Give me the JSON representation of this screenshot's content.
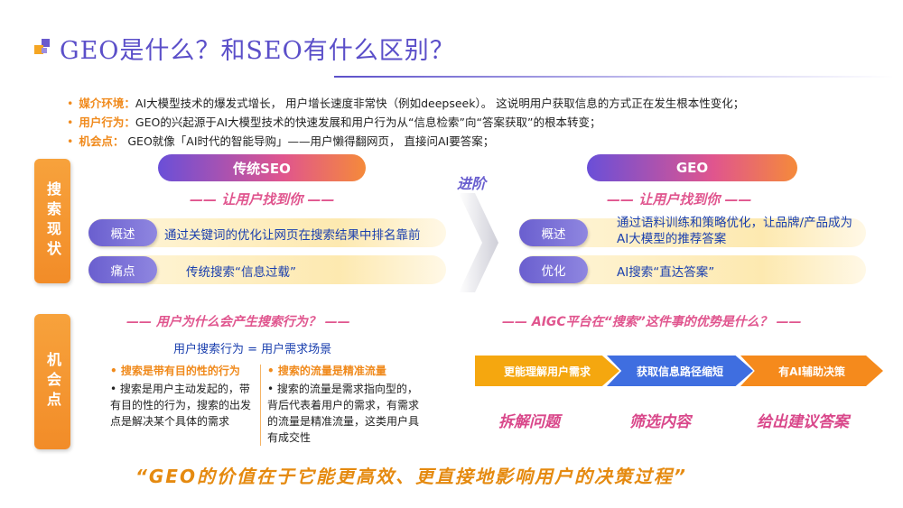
{
  "title": "GEO是什么？和SEO有什么区别？",
  "bullets": [
    {
      "key": "媒介环境：",
      "text": "AI大模型技术的爆发式增长，  用户增长速度非常快（例如deepseek）。 这说明用户获取信息的方式正在发生根本性变化；"
    },
    {
      "key": "用户行为：",
      "text": "GEO的兴起源于AI大模型技术的快速发展和用户行为从“信息检索”向“答案获取”的根本转变；"
    },
    {
      "key": "机会点：",
      "text": "  GEO就像「AI时代的智能导购」——用户懒得翻网页，  直接问AI要答案；"
    }
  ],
  "section1": {
    "label": "搜索现状",
    "advance": "进阶",
    "seo": {
      "header": "传统SEO",
      "subhead": "—— 让用户找到你 ——",
      "rows": [
        {
          "tag": "概述",
          "text": "通过关键词的优化让网页在搜索结果中排名靠前"
        },
        {
          "tag": "痛点",
          "text": "传统搜索“信息过载”"
        }
      ]
    },
    "geo": {
      "header": "GEO",
      "subhead": "—— 让用户找到你 ——",
      "rows": [
        {
          "tag": "概述",
          "text": "通过语料训练和策略优化，让品牌/产品成为AI大模型的推荐答案"
        },
        {
          "tag": "优化",
          "text": "AI搜索“直达答案”"
        }
      ]
    }
  },
  "section2": {
    "label": "机会点",
    "left_question": "—— 用户为什么会产生搜索行为？ ——",
    "equation": "用户搜索行为 = 用户需求场景",
    "col_left": {
      "title": "•  搜索是带有目的性的行为",
      "body": "•  搜索是用户主动发起的，带有目的性的行为，搜索的出发点是解决某个具体的需求"
    },
    "col_right": {
      "title": "•  搜索的流量是精准流量",
      "body": "•  搜索的流量是需求指向型的，背后代表着用户的需求，有需求的流量是精准流量，这类用户具有成交性"
    },
    "right_question": "—— AIGC平台在“搜索”这件事的优势是什么？ ——",
    "flow": [
      "更能理解用户需求",
      "获取信息路径缩短",
      "有AI辅助决策"
    ],
    "steps": [
      "拆解问题",
      "筛选内容",
      "给出建议答案"
    ]
  },
  "quote": "“GEO的价值在于它能更高效、更直接地影响用户的决策过程”"
}
